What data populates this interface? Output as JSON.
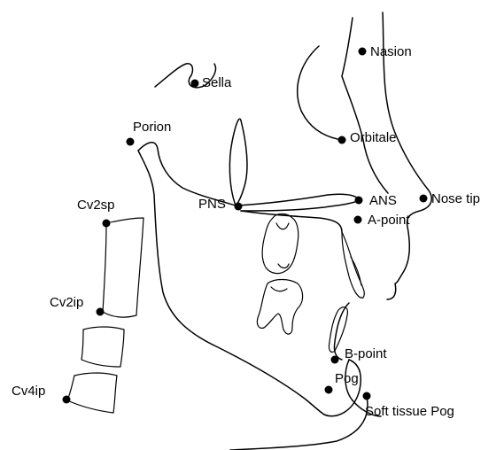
{
  "landmarks": [
    {
      "id": "nasion",
      "label": "Nasion"
    },
    {
      "id": "sella",
      "label": "Sella"
    },
    {
      "id": "porion",
      "label": "Porion"
    },
    {
      "id": "orbitale",
      "label": "Orbitale"
    },
    {
      "id": "pns",
      "label": "PNS"
    },
    {
      "id": "ans",
      "label": "ANS"
    },
    {
      "id": "nose_tip",
      "label": "Nose tip"
    },
    {
      "id": "a_point",
      "label": "A-point"
    },
    {
      "id": "cv2sp",
      "label": "Cv2sp"
    },
    {
      "id": "cv2ip",
      "label": "Cv2ip"
    },
    {
      "id": "cv4ip",
      "label": "Cv4ip"
    },
    {
      "id": "b_point",
      "label": "B-point"
    },
    {
      "id": "pog",
      "label": "Pog"
    },
    {
      "id": "soft_tissue_pog",
      "label": "Soft tissue Pog"
    }
  ]
}
